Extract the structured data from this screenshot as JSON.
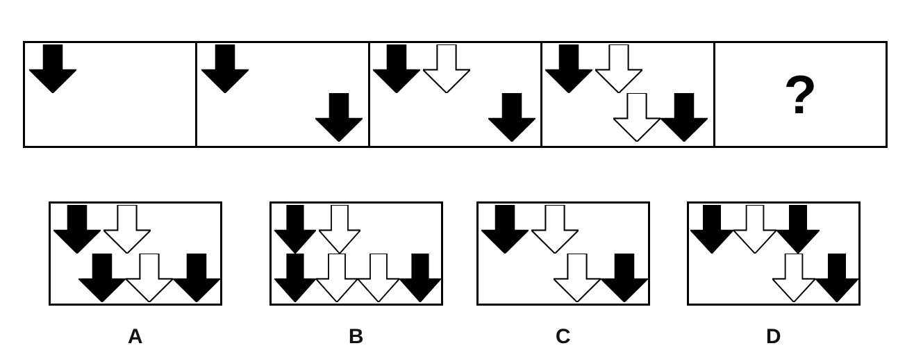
{
  "puzzle": {
    "type": "visual-analogy-matrix",
    "question_mark": "?",
    "colors": {
      "stroke": "#000000",
      "filled": "#000000",
      "hollow": "#ffffff",
      "background": "#ffffff"
    },
    "sequence": {
      "name": "arrow-progression-sequence",
      "cells": [
        {
          "id": "seq-1",
          "index": 1,
          "top_row": [
            {
              "fill": "black"
            }
          ],
          "bottom_row": []
        },
        {
          "id": "seq-2",
          "index": 2,
          "top_row": [
            {
              "fill": "black"
            }
          ],
          "bottom_row": [
            {
              "fill": "black"
            }
          ]
        },
        {
          "id": "seq-3",
          "index": 3,
          "top_row": [
            {
              "fill": "black"
            },
            {
              "fill": "white"
            }
          ],
          "bottom_row": [
            {
              "fill": "black"
            }
          ]
        },
        {
          "id": "seq-4",
          "index": 4,
          "top_row": [
            {
              "fill": "black"
            },
            {
              "fill": "white"
            }
          ],
          "bottom_row": [
            {
              "fill": "white"
            },
            {
              "fill": "black"
            }
          ]
        },
        {
          "id": "seq-5",
          "index": 5,
          "is_question": true,
          "top_row": [],
          "bottom_row": []
        }
      ]
    },
    "options": [
      {
        "id": "option-a",
        "label": "A",
        "top_row": [
          {
            "fill": "black"
          },
          {
            "fill": "white"
          }
        ],
        "bottom_row": [
          {
            "fill": "black"
          },
          {
            "fill": "white"
          },
          {
            "fill": "black"
          }
        ]
      },
      {
        "id": "option-b",
        "label": "B",
        "top_row": [
          {
            "fill": "black"
          },
          {
            "fill": "white"
          }
        ],
        "bottom_row": [
          {
            "fill": "black"
          },
          {
            "fill": "white"
          },
          {
            "fill": "white"
          },
          {
            "fill": "black"
          }
        ]
      },
      {
        "id": "option-c",
        "label": "C",
        "top_row": [
          {
            "fill": "black"
          },
          {
            "fill": "white"
          }
        ],
        "bottom_row": [
          {
            "fill": "white"
          },
          {
            "fill": "black"
          }
        ]
      },
      {
        "id": "option-d",
        "label": "D",
        "top_row": [
          {
            "fill": "black"
          },
          {
            "fill": "white"
          },
          {
            "fill": "black"
          }
        ],
        "bottom_row": [
          {
            "fill": "white"
          },
          {
            "fill": "black"
          }
        ]
      }
    ]
  }
}
